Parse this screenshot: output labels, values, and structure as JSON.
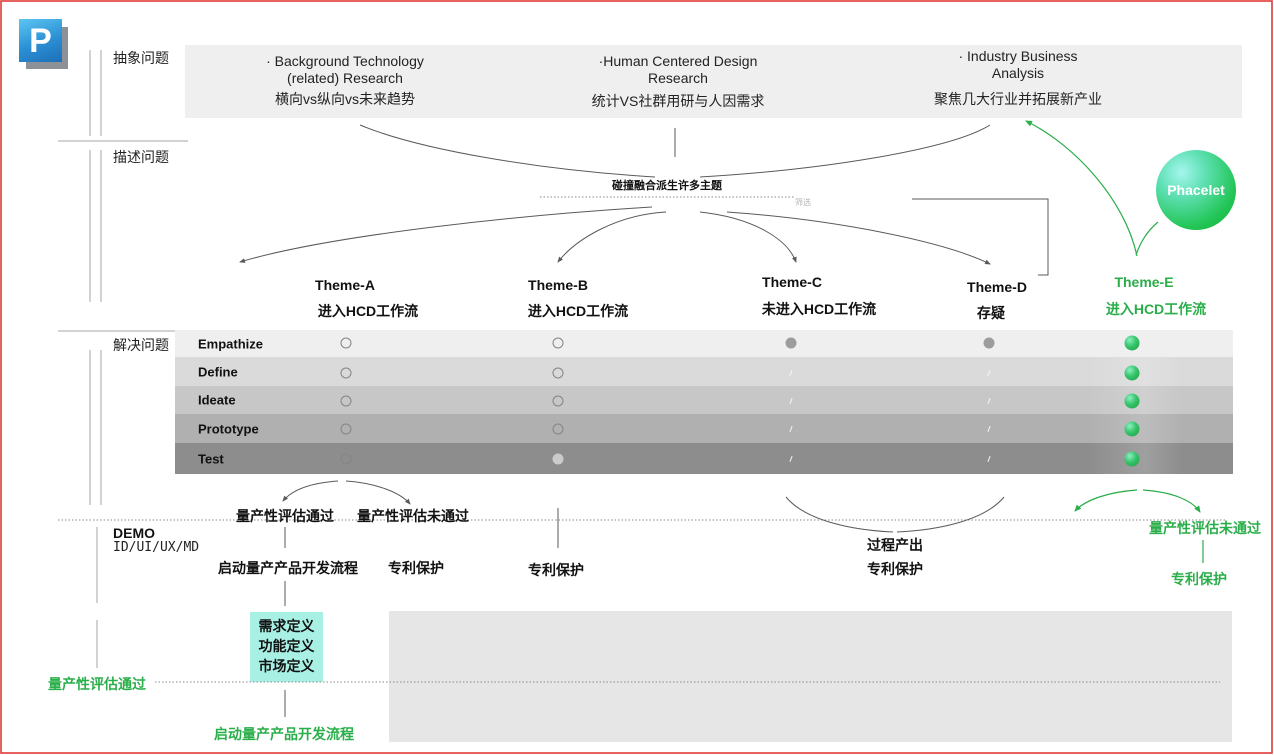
{
  "colors": {
    "frame_red": "#e23a3a",
    "accent_green": "#2aae4a",
    "logo_blue": "#2b8fd4",
    "definition_box": "#a8efe4",
    "band_gray": "#efefef",
    "placeholder_gray": "#e6e6e6"
  },
  "logo": {
    "letter": "P"
  },
  "left_labels": {
    "abstract": "抽象问题",
    "describe": "描述问题",
    "solve": "解决问题",
    "demo_title": "DEMO",
    "demo_sub": "ID/UI/UX/MD"
  },
  "research": [
    {
      "title_1": "· Background Technology",
      "title_2": "(related) Research",
      "focus": "横向vs纵向vs未来趋势"
    },
    {
      "title_1": "·Human Centered Design",
      "title_2": "Research",
      "focus": "统计VS社群用研与人因需求"
    },
    {
      "title_1": "· Industry Business",
      "title_2": "Analysis",
      "focus": "聚焦几大行业并拓展新产业"
    }
  ],
  "fusion_label": "碰撞融合派生许多主题",
  "filter_label": "筛选",
  "phacelet_label": "Phacelet",
  "themes": [
    {
      "name": "Theme-A",
      "status": "进入HCD工作流"
    },
    {
      "name": "Theme-B",
      "status": "进入HCD工作流"
    },
    {
      "name": "Theme-C",
      "status": "未进入HCD工作流"
    },
    {
      "name": "Theme-D",
      "status": "存疑"
    },
    {
      "name": "Theme-E",
      "status": "进入HCD工作流"
    }
  ],
  "stages": [
    "Empathize",
    "Define",
    "Ideate",
    "Prototype",
    "Test"
  ],
  "stage_marks": [
    [
      "circle-open-icon",
      "circle-open-icon",
      "circle-open-icon",
      "circle-open-icon",
      "circle-open-icon"
    ],
    [
      "circle-open-icon",
      "circle-open-icon",
      "circle-open-icon",
      "circle-open-icon",
      "circle-filled-light-icon"
    ],
    [
      "circle-filled-icon",
      "slash-icon",
      "slash-icon",
      "slash-icon",
      "slash-icon"
    ],
    [
      "circle-filled-icon",
      "slash-icon",
      "slash-icon",
      "slash-icon",
      "slash-icon"
    ],
    [
      "circle-green-icon",
      "circle-green-icon",
      "circle-green-icon",
      "circle-green-icon",
      "circle-green-icon"
    ]
  ],
  "outcomes": {
    "theme_a": {
      "pass": "量产性评估通过",
      "fail": "量产性评估未通过",
      "pass_next": "启动量产产品开发流程",
      "fail_next": "专利保护"
    },
    "theme_b": {
      "next": "专利保护"
    },
    "theme_c_d": {
      "output": "过程产出",
      "next": "专利保护"
    },
    "theme_e": {
      "fail": "量产性评估未通过",
      "next": "专利保护"
    }
  },
  "definition_box": [
    "需求定义",
    "功能定义",
    "市场定义"
  ],
  "production": {
    "pass": "量产性评估通过",
    "start": "启动量产产品开发流程"
  }
}
